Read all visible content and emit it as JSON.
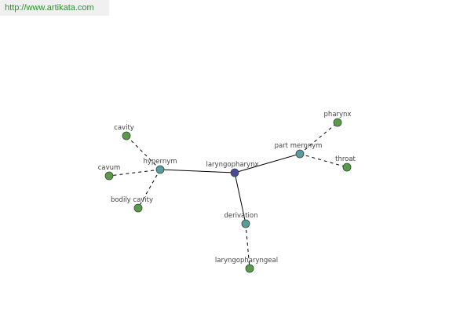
{
  "header": {
    "source_url": "http://www.artikata.com"
  },
  "colors": {
    "center_node": "#4a4a9a",
    "relation_node": "#5a9aa0",
    "leaf_node": "#5a9a4a",
    "node_stroke": "#2f4f2f",
    "edge": "#000000",
    "link_text": "#2f8f2f"
  },
  "graph": {
    "nodes": [
      {
        "id": "laryngopharynx",
        "label": "laryngopharynx",
        "kind": "center"
      },
      {
        "id": "hypernym",
        "label": "hypernym",
        "kind": "relation"
      },
      {
        "id": "part-meronym",
        "label": "part meronym",
        "kind": "relation"
      },
      {
        "id": "derivation",
        "label": "derivation",
        "kind": "relation"
      },
      {
        "id": "cavity",
        "label": "cavity",
        "kind": "leaf"
      },
      {
        "id": "cavum",
        "label": "cavum",
        "kind": "leaf"
      },
      {
        "id": "bodily-cavity",
        "label": "bodily cavity",
        "kind": "leaf"
      },
      {
        "id": "pharynx",
        "label": "pharynx",
        "kind": "leaf"
      },
      {
        "id": "throat",
        "label": "throat",
        "kind": "leaf"
      },
      {
        "id": "laryngopharyngeal",
        "label": "laryngopharyngeal",
        "kind": "leaf"
      }
    ],
    "edges": [
      {
        "from": "laryngopharynx",
        "to": "hypernym",
        "style": "solid"
      },
      {
        "from": "laryngopharynx",
        "to": "part-meronym",
        "style": "solid"
      },
      {
        "from": "laryngopharynx",
        "to": "derivation",
        "style": "solid"
      },
      {
        "from": "hypernym",
        "to": "cavity",
        "style": "dashed"
      },
      {
        "from": "hypernym",
        "to": "cavum",
        "style": "dashed"
      },
      {
        "from": "hypernym",
        "to": "bodily-cavity",
        "style": "dashed"
      },
      {
        "from": "part-meronym",
        "to": "pharynx",
        "style": "dashed"
      },
      {
        "from": "part-meronym",
        "to": "throat",
        "style": "dashed"
      },
      {
        "from": "derivation",
        "to": "laryngopharyngeal",
        "style": "dashed"
      }
    ]
  }
}
